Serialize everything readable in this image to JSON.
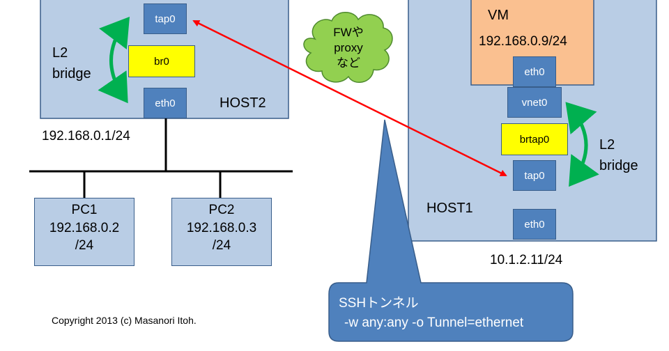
{
  "host2": {
    "label": "HOST2",
    "tap": "tap0",
    "bridge": "br0",
    "eth": "eth0",
    "bridge_label": [
      "L2",
      "bridge"
    ],
    "ip": "192.168.0.1/24"
  },
  "host1": {
    "label": "HOST1",
    "tap": "tap0",
    "bridge": "brtap0",
    "vnet": "vnet0",
    "eth": "eth0",
    "bridge_label": [
      "L2",
      "bridge"
    ],
    "ip": "10.1.2.11/24"
  },
  "vm": {
    "label": "VM",
    "ip": "192.168.0.9/24",
    "eth": "eth0"
  },
  "pcs": [
    {
      "name": "PC1",
      "ip1": "192.168.0.2",
      "ip2": "/24"
    },
    {
      "name": "PC2",
      "ip1": "192.168.0.3",
      "ip2": "/24"
    }
  ],
  "cloud": {
    "lines": [
      "FWや",
      "proxy",
      "など"
    ]
  },
  "callout": {
    "line1": "SSHトンネル",
    "line2": "-w any:any -o Tunnel=ethernet"
  },
  "copyright": "Copyright 2013 (c) Masanori Itoh.",
  "colors": {
    "box_fill": "#b9cde5",
    "iface_fill": "#4f81bd",
    "bridge_fill": "#ffff00",
    "vm_fill": "#fac090",
    "cloud_fill": "#92d050",
    "arrow_red": "#ff0000",
    "arrow_green": "#00b050",
    "callout_fill": "#4f81bd"
  }
}
